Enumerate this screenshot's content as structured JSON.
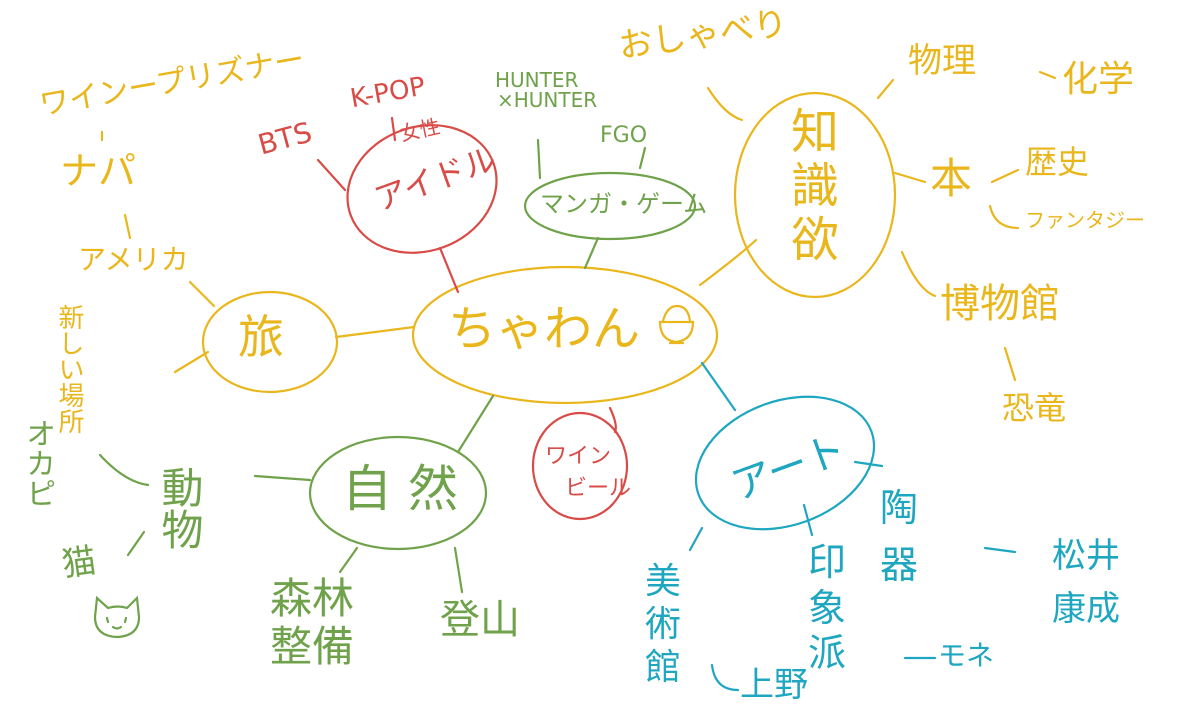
{
  "colors": {
    "yellow": "#E9B61C",
    "red": "#D84B46",
    "green": "#6FA24A",
    "blue": "#1FA6C0"
  },
  "center": {
    "label": "ちゃわん",
    "icon": "rice-bowl-icon"
  },
  "idol": {
    "label": "アイドル",
    "items": [
      "BTS",
      "K-POP",
      "女性"
    ]
  },
  "manga": {
    "label": "マンガ・ゲーム",
    "items": [
      "HUNTER",
      "×HUNTER",
      "FGO"
    ]
  },
  "talk": {
    "label": "おしゃべり"
  },
  "knowledge": {
    "label": "知識欲",
    "physics": "物理",
    "chemistry": "化学",
    "book": "本",
    "history": "歴史",
    "fantasy": "ファンタジー",
    "museum": "博物館",
    "dinosaur": "恐竜"
  },
  "travel": {
    "label": "旅",
    "wine_prizner": "ワインープリズナー",
    "napa": "ナパ",
    "america": "アメリカ",
    "new_places": "新しい場所"
  },
  "nature": {
    "label": "自然",
    "animals": "動物",
    "okapi": "オカピ",
    "cat": "猫",
    "cat_icon": "cat-face-icon",
    "forest": "森林整備",
    "climbing": "登山"
  },
  "drink": {
    "wine": "ワイン",
    "beer": "ビール"
  },
  "art": {
    "label": "アート",
    "art_museum": "美術館",
    "ueno": "上野",
    "impressionism": "印象派",
    "monet": "モネ",
    "pottery": "陶器",
    "artist": "松井康成"
  }
}
